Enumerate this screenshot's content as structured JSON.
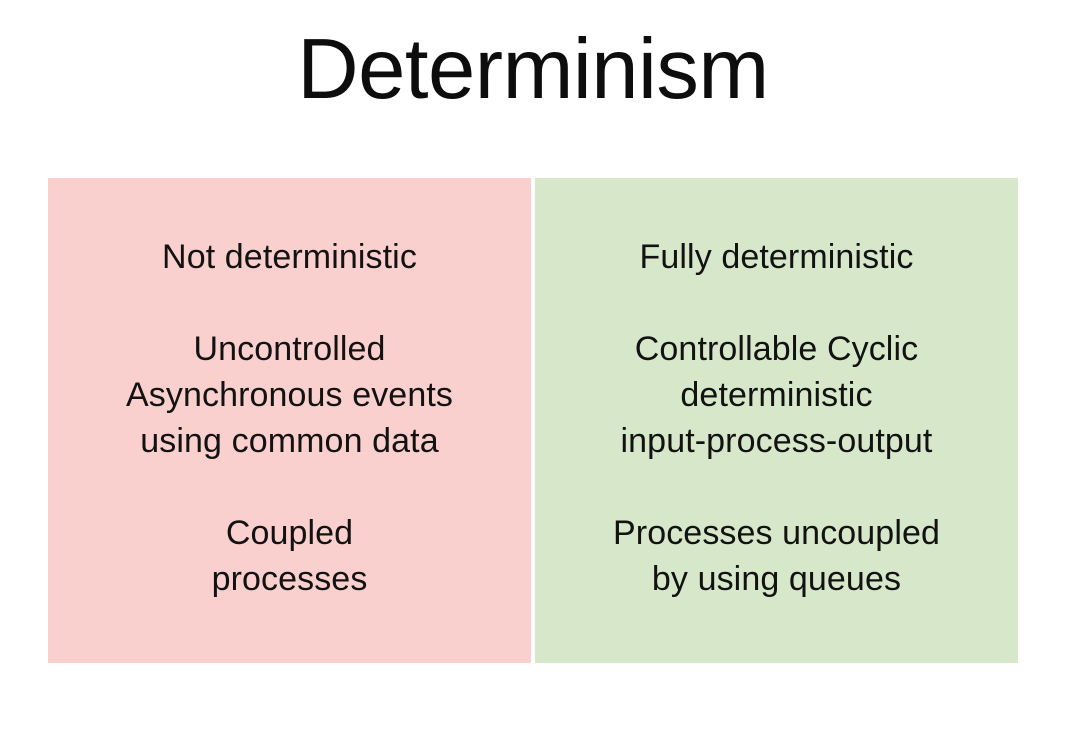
{
  "slide": {
    "title": "Determinism",
    "background_color": "#ffffff",
    "title_color": "#0d0d0d"
  },
  "columns": [
    {
      "id": "not-deterministic",
      "background_color": "#fad0ce",
      "text_color": "#121212",
      "blocks": [
        {
          "id": "heading",
          "lines": [
            "Not deterministic"
          ]
        },
        {
          "id": "detail",
          "lines": [
            "Uncontrolled",
            "Asynchronous events",
            "using common data"
          ]
        },
        {
          "id": "summary",
          "lines": [
            "Coupled",
            "processes"
          ]
        }
      ]
    },
    {
      "id": "fully-deterministic",
      "background_color": "#d6e8c9",
      "text_color": "#121212",
      "blocks": [
        {
          "id": "heading",
          "lines": [
            "Fully deterministic"
          ]
        },
        {
          "id": "detail",
          "lines": [
            "Controllable Cyclic",
            "deterministic",
            "input-process-output"
          ]
        },
        {
          "id": "summary",
          "lines": [
            "Processes uncoupled",
            "by using queues"
          ]
        }
      ]
    }
  ]
}
